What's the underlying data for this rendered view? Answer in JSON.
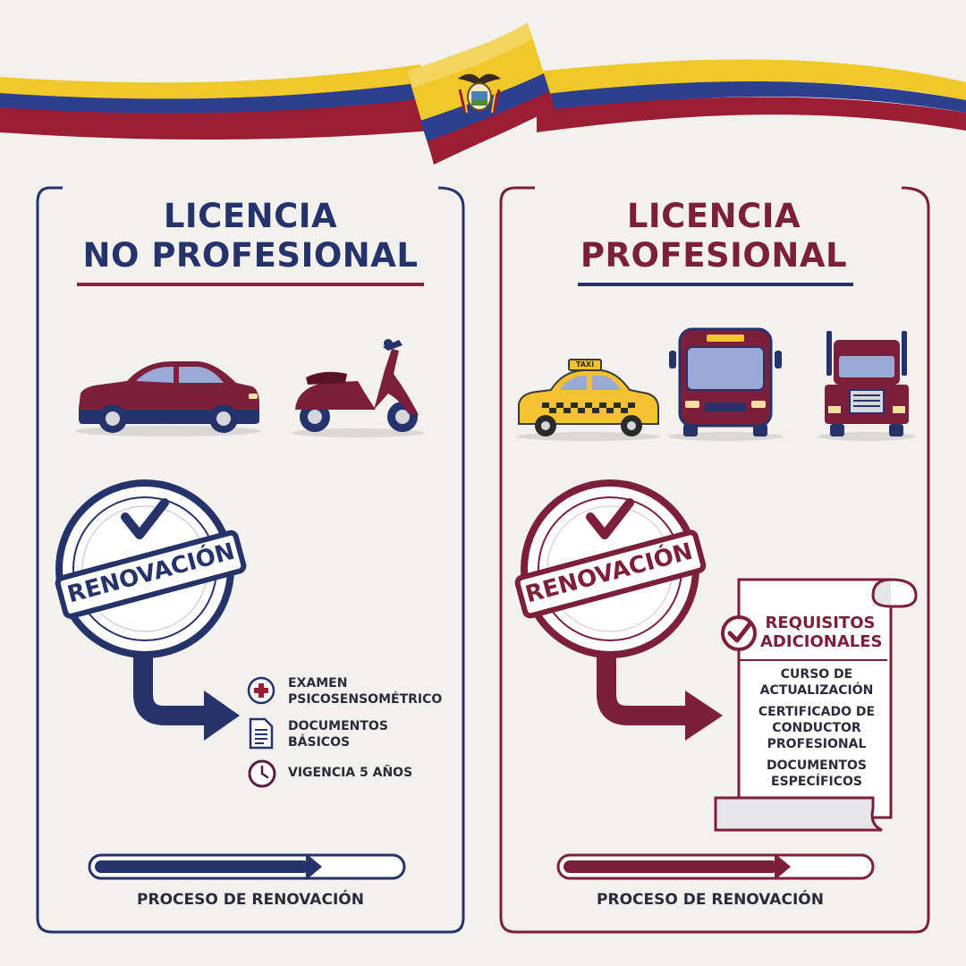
{
  "colors": {
    "navy": "#26336b",
    "maroon": "#7c1f3a",
    "yellow": "#f0c82a",
    "blue": "#2d3f8f",
    "red": "#9b1d33",
    "background": "#f2f1ee"
  },
  "banner": {
    "icon": "ecuador-coat-of-arms-icon"
  },
  "left": {
    "title_line1": "LICENCIA",
    "title_line2": "NO PROFESIONAL",
    "vehicles": [
      "car-icon",
      "scooter-icon"
    ],
    "stamp_label": "RENOVACIÓN",
    "steps": [
      {
        "icon": "medical-cross-icon",
        "lines": [
          "EXAMEN",
          "PSICOSENSOMÉTRICO"
        ]
      },
      {
        "icon": "document-icon",
        "lines": [
          "DOCUMENTOS",
          "BÁSICOS"
        ]
      },
      {
        "icon": "clock-icon",
        "lines": [
          "VIGENCIA 5 AÑOS"
        ]
      }
    ],
    "progress_label": "PROCESO DE RENOVACIÓN",
    "progress_value": 0.75
  },
  "right": {
    "title_line1": "LICENCIA",
    "title_line2": "PROFESIONAL",
    "vehicles": [
      "taxi-icon",
      "bus-icon",
      "truck-icon"
    ],
    "taxi_sign": "TAXI",
    "stamp_label": "RENOVACIÓN",
    "requirements_title_line1": "REQUISITOS",
    "requirements_title_line2": "ADICIONALES",
    "requirements": [
      [
        "CURSO DE",
        "ACTUALIZACIÓN"
      ],
      [
        "CERTIFICADO DE",
        "CONDUCTOR",
        "PROFESIONAL"
      ],
      [
        "DOCUMENTOS",
        "ESPECÍFICOS"
      ]
    ],
    "progress_label": "PROCESO DE RENOVACIÓN",
    "progress_value": 0.75
  }
}
